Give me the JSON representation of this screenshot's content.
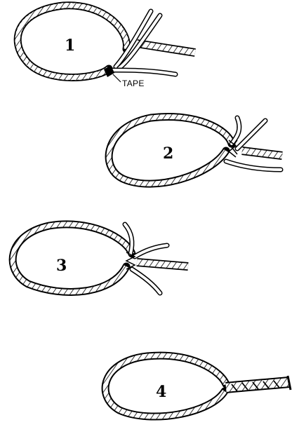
{
  "diagram": {
    "steps": [
      {
        "number": "1",
        "callout": "TAPE"
      },
      {
        "number": "2"
      },
      {
        "number": "3"
      },
      {
        "number": "4"
      }
    ]
  }
}
